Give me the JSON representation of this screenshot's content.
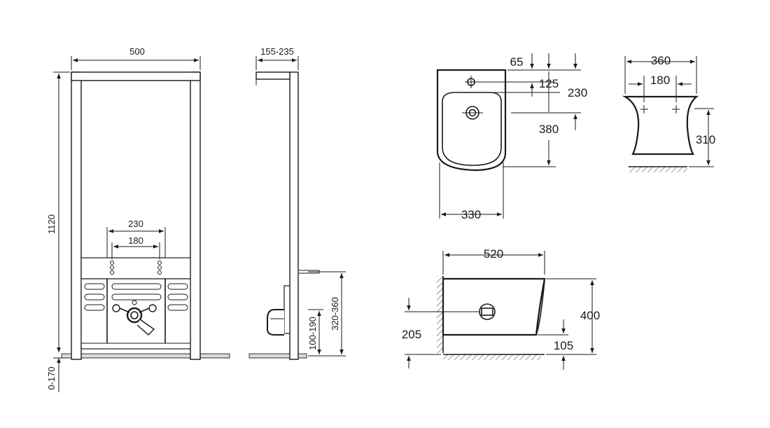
{
  "frame": {
    "width_label": "500",
    "height_label": "1120",
    "floor_adjust_label": "0-170",
    "outer_spacing_label": "230",
    "inner_spacing_label": "180"
  },
  "side": {
    "depth_label": "155-235",
    "height_range_label": "320-360",
    "low_range_label": "100-190"
  },
  "top_view": {
    "offset_label": "65",
    "hole_label": "125",
    "bowl_label": "230",
    "depth_label": "380",
    "width_label": "330"
  },
  "front_view": {
    "width_label": "360",
    "spacing_label": "180",
    "height_label": "310"
  },
  "side_view": {
    "length_label": "520",
    "height_label": "400",
    "outlet_label": "205",
    "base_label": "105"
  }
}
